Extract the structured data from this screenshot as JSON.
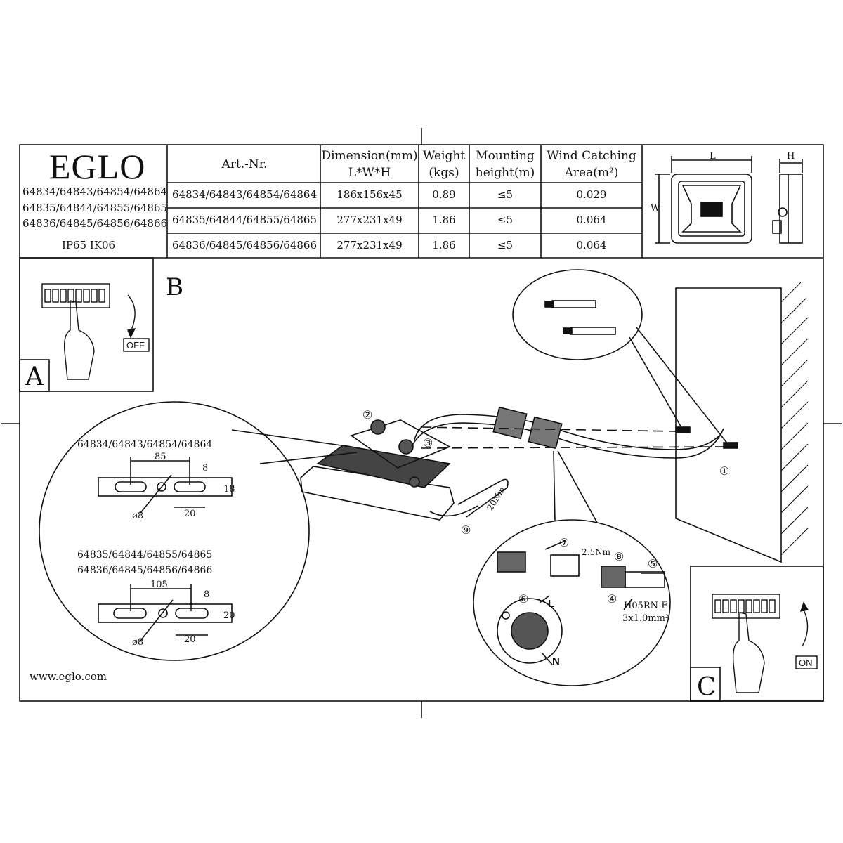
{
  "brand": {
    "name": "EGLO",
    "codes": [
      "64834/64843/64854/64864",
      "64835/64844/64855/64865",
      "64836/64845/64856/64866"
    ],
    "ratings": "IP65  IK06"
  },
  "spec_table": {
    "headers": {
      "art": "Art.-Nr.",
      "dimension_line1": "Dimension(mm)",
      "dimension_line2": "L*W*H",
      "weight_line1": "Weight",
      "weight_line2": "(kgs)",
      "mounting_line1": "Mounting",
      "mounting_line2": "height(m)",
      "wind_line1": "Wind Catching",
      "wind_line2": "Area(m²)"
    },
    "rows": [
      {
        "art": "64834/64843/64854/64864",
        "dimension": "186x156x45",
        "weight": "0.89",
        "height": "≤5",
        "area": "0.029"
      },
      {
        "art": "64835/64844/64855/64865",
        "dimension": "277x231x49",
        "weight": "1.86",
        "height": "≤5",
        "area": "0.064"
      },
      {
        "art": "64836/64845/64856/64866",
        "dimension": "277x231x49",
        "weight": "1.86",
        "height": "≤5",
        "area": "0.064"
      }
    ]
  },
  "dim_figure": {
    "L": "L",
    "H": "H",
    "W": "W"
  },
  "panel_a": {
    "letter": "A",
    "off_label": "OFF"
  },
  "panel_b": {
    "letter": "B"
  },
  "panel_c": {
    "letter": "C",
    "on_label": "ON"
  },
  "bracket_detail": {
    "small_codes": "64834/64843/64854/64864",
    "large_codes_1": "64835/64844/64855/64865",
    "large_codes_2": "64836/64845/64856/64866",
    "small": {
      "spacing": "85",
      "slot_width": "20",
      "slot_height": "8",
      "height": "18",
      "hole": "ø8"
    },
    "large": {
      "spacing": "105",
      "slot_width": "20",
      "slot_height": "8",
      "height": "20",
      "hole": "ø8"
    }
  },
  "steps": {
    "s1": "①",
    "s2": "②",
    "s3": "③",
    "s4": "④",
    "s5": "⑤",
    "s6": "⑥",
    "s7": "⑦",
    "s8": "⑧",
    "s9": "⑨"
  },
  "torque": {
    "wrench": "20Nm",
    "connector": "2.5Nm"
  },
  "cable": {
    "type": "H05RN-F",
    "section": "3x1.0mm²"
  },
  "terminals": {
    "L": "L",
    "N": "N"
  },
  "website": "www.eglo.com"
}
